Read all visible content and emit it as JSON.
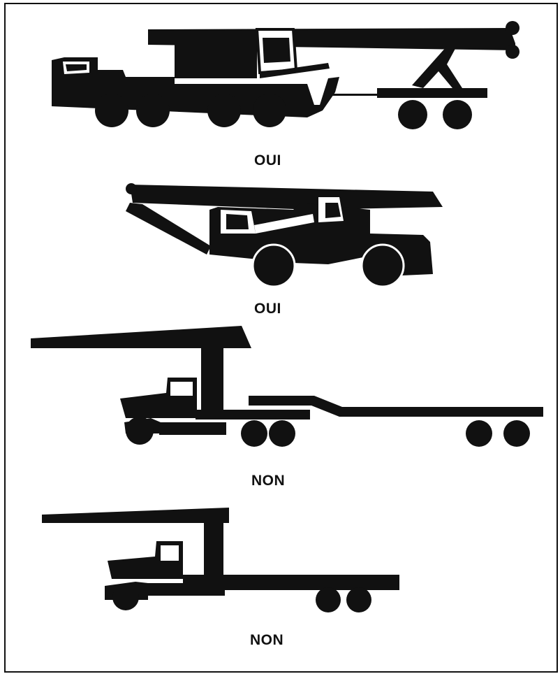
{
  "panels": [
    {
      "label": "OUI",
      "vehicle": "telescopic-crane-with-boom-dolly-icon"
    },
    {
      "label": "OUI",
      "vehicle": "rough-terrain-crane-icon"
    },
    {
      "label": "NON",
      "vehicle": "truck-with-overhanging-load-and-long-trailer-icon"
    },
    {
      "label": "NON",
      "vehicle": "truck-with-overhanging-load-icon"
    }
  ],
  "colors": {
    "ink": "#111111",
    "paper": "#ffffff"
  }
}
